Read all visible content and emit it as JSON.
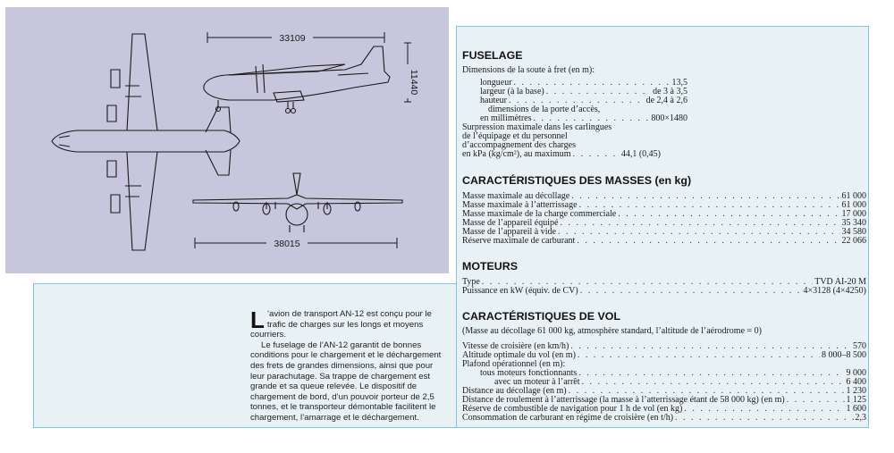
{
  "drawing": {
    "span_dim": "38015",
    "length_dim": "33109",
    "height_dim": "11440"
  },
  "intro": {
    "dropcap": "L",
    "p1": "’avion de transport AN-12 est conçu pour le trafic de charges sur les longs et moyens courriers.",
    "p2": "Le fuselage de l’AN-12 garantit de bonnes conditions pour le chargement et le déchargement des frets de grandes dimensions, ainsi que pour leur parachutage. Sa trappe de chargement est grande et sa queue relevée. Le dispositif de chargement de bord, d’un pouvoir porteur de 2,5 tonnes, et le transporteur démontable facilitent le chargement, l’amarrage et le déchargement."
  },
  "fuselage": {
    "title": "FUSELAGE",
    "intro": "Dimensions de la soute à fret (en m):",
    "rows": [
      {
        "label": "longueur",
        "value": "13,5"
      },
      {
        "label": "largeur (à la base)",
        "value": "de 3 à 3,5"
      },
      {
        "label": "hauteur",
        "value": "de 2,4 à 2,6"
      }
    ],
    "door_line1": "dimensions de la porte d’accès,",
    "door_label": "en millimètres",
    "door_value": "800×1480",
    "pressure_1": "Surpression maximale dans les carlingues",
    "pressure_2": "de l’équipage et du personnel",
    "pressure_3": "d’accompagnement des charges",
    "pressure_label": "en kPa (kg/cm²), au maximum",
    "pressure_value": "44,1 (0,45)"
  },
  "masses": {
    "title": "CARACTÉRISTIQUES DES MASSES (en kg)",
    "rows": [
      {
        "label": "Masse maximale au décollage",
        "value": "61 000"
      },
      {
        "label": "Masse maximale à l’atterrissage",
        "value": "61 000"
      },
      {
        "label": "Masse maximale de la charge commerciale",
        "value": "17 000"
      },
      {
        "label": "Masse de l’appareil équipé",
        "value": "35 340"
      },
      {
        "label": "Masse de l’appareil à vide",
        "value": "34 580"
      },
      {
        "label": "Réserve maximale de carburant",
        "value": "22 066"
      }
    ]
  },
  "moteurs": {
    "title": "MOTEURS",
    "rows": [
      {
        "label": "Type",
        "value": "TVD AI-20 M"
      },
      {
        "label": "Puissance en kW (équiv. de CV)",
        "value": "4×3128 (4×4250)"
      }
    ]
  },
  "vol": {
    "title": "CARACTÉRISTIQUES DE VOL",
    "note": "(Masse au décollage 61 000 kg, atmosphère standard, l’altitude de l’aérodrome = 0)",
    "row_speed": {
      "label": "Vitesse de croisière (en km/h)",
      "value": "570"
    },
    "row_alt": {
      "label": "Altitude optimale du vol (en m)",
      "value": "8 000–8 500"
    },
    "plafond": "Plafond opérationnel (en m):",
    "row_all": {
      "label": "tous moteurs fonctionnants",
      "value": "9 000"
    },
    "row_one": {
      "label": "avec un moteur à l’arrêt",
      "value": "6 400"
    },
    "row_dec": {
      "label": "Distance au décollage (en m)",
      "value": "1 230"
    },
    "row_roul": {
      "label": "Distance de roulement à l’atterrissage (la masse à l’atterrissage étant de 58 000 kg) (en m)",
      "value": "1 125"
    },
    "row_res": {
      "label": "Réserve de combustible de navigation pour 1 h de vol (en kg)",
      "value": "1 600"
    },
    "row_cons": {
      "label": "Consommation de carburant en régime de croisière (en t/h)",
      "value": "2,3"
    }
  }
}
